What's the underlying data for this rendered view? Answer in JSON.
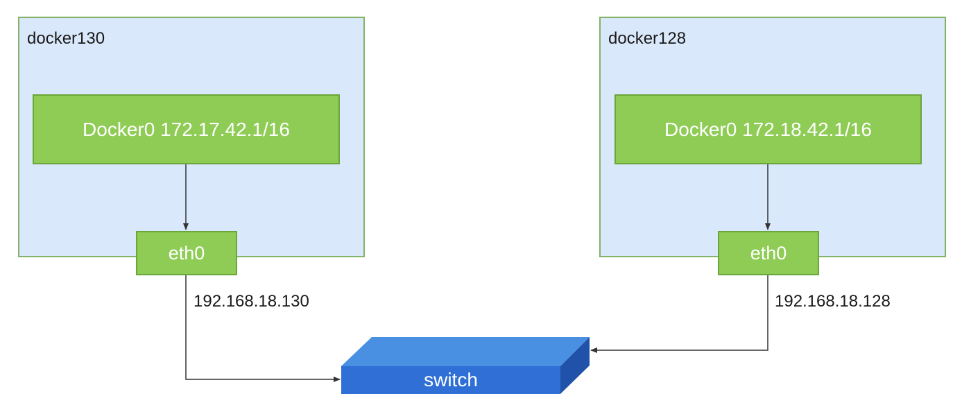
{
  "hosts": [
    {
      "name": "docker130",
      "bridge": "Docker0 172.17.42.1/16",
      "nic": "eth0",
      "ip": "192.168.18.130"
    },
    {
      "name": "docker128",
      "bridge": "Docker0 172.18.42.1/16",
      "nic": "eth0",
      "ip": "192.168.18.128"
    }
  ],
  "switch": {
    "label": "switch"
  },
  "colors": {
    "host_fill": "#dae8fc",
    "host_border": "#82b366",
    "component_fill": "#8fcc55",
    "switch_top": "#4a90e2",
    "switch_front": "#2f6fd6",
    "switch_side": "#1f52a8",
    "wire": "#333333"
  }
}
